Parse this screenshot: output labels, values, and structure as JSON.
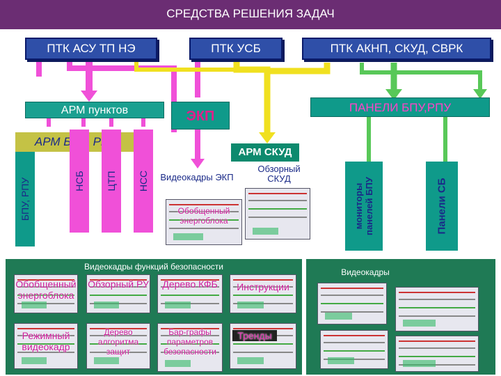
{
  "title": "СРЕДСТВА РЕШЕНИЯ ЗАДАЧ",
  "top_boxes": {
    "asu": "ПТК АСУ ТП НЭ",
    "usb": "ПТК  УСБ",
    "aknp": "ПТК АКНП, СКУД, СВРК"
  },
  "arm_punktov": "АРМ пунктов",
  "ekp": "ЭКП",
  "paneli_bpu": "ПАНЕЛИ БПУ,РПУ",
  "arm_bpu_rpu": "АРМ БПУ, РПУ",
  "arm_skud": "АРМ СКУД",
  "vertical_columns": [
    "БПУ, РПУ",
    "НСБ",
    "ЦТП",
    "НСС"
  ],
  "videokadry_ekp": "Видеокадры ЭКП",
  "obobshchennyi_energobloka": "Обобщенный энергоблока",
  "obzornyi_skud": "Обзорный СКУД",
  "monitory_panelei_bpu": "мониторы панелей БПУ",
  "paneli_sb": "Панели СБ",
  "videokadry_funkcii": "Видеокадры функций безопасности",
  "videokadry": "Видеокадры",
  "thumbs": {
    "obobshchennyi": "Обобщенный энергоблока",
    "obzornyi_ru": "Обзорный РУ",
    "derevo_kfb": "Дерево КФБ",
    "instrukcii": "Инструкции",
    "rezhimnyi": "Режимный видеокадр",
    "derevo_algoritma": "Дерево алгоритма защит",
    "bar_grafy": "Бар-графы параметров безопасности",
    "trendy": "Тренды"
  },
  "colors": {
    "title_bg": "#6b2d73",
    "box_blue": "#2f4fa8",
    "teal": "#0f9a8a",
    "olive": "#c4c245",
    "green_area": "#1f7a55",
    "arrow_magenta": "#f050d8",
    "arrow_yellow": "#f0e020",
    "arrow_green": "#58c858"
  }
}
